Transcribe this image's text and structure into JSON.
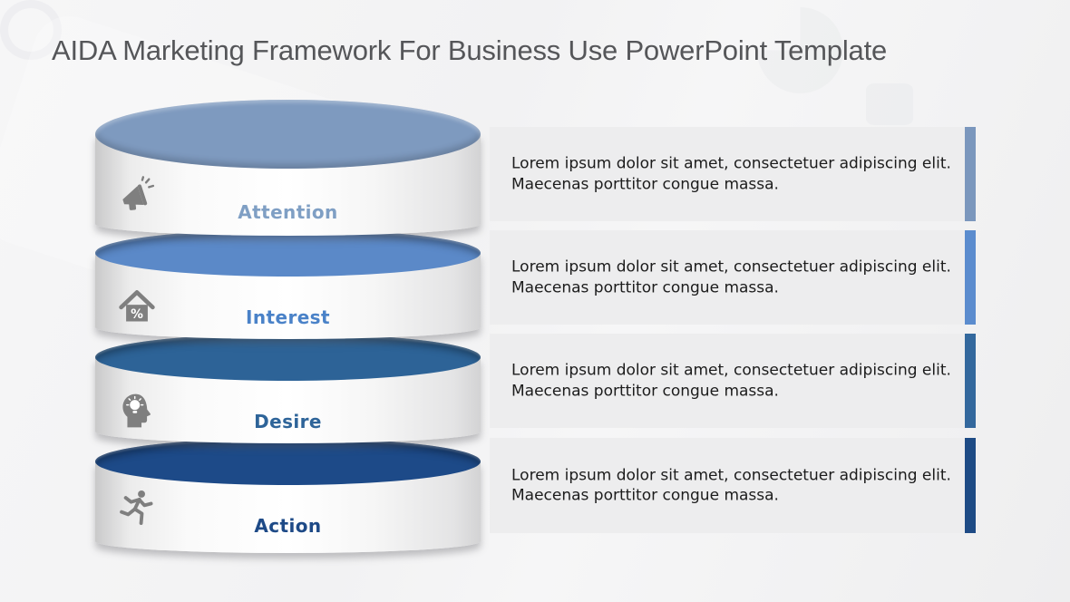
{
  "slide": {
    "title": "AIDA Marketing Framework For Business Use PowerPoint Template"
  },
  "stages": [
    {
      "label": "Attention",
      "icon": "megaphone-icon",
      "description": "Lorem ipsum dolor sit amet, consectetuer adipiscing elit. Maecenas porttitor congue massa.",
      "disk_color": "#7e9abf",
      "label_color": "#7f9fc4",
      "bar_color": "#7b97bd"
    },
    {
      "label": "Interest",
      "icon": "house-percent-icon",
      "description": "Lorem ipsum dolor sit amet, consectetuer adipiscing elit. Maecenas porttitor congue massa.",
      "disk_color": "#5b89c8",
      "label_color": "#4a82c8",
      "bar_color": "#5b8cce"
    },
    {
      "label": "Desire",
      "icon": "head-lightbulb-icon",
      "description": "Lorem ipsum dolor sit amet, consectetuer adipiscing elit. Maecenas porttitor congue massa.",
      "disk_color": "#2d6397",
      "label_color": "#2e6499",
      "bar_color": "#33689d"
    },
    {
      "label": "Action",
      "icon": "running-person-icon",
      "description": "Lorem ipsum dolor sit amet, consectetuer adipiscing elit. Maecenas porttitor congue massa.",
      "disk_color": "#1d4a88",
      "label_color": "#1e4a87",
      "bar_color": "#1e4b85"
    }
  ],
  "icons": {
    "percent_symbol": "%"
  },
  "colors": {
    "background": "#f3f3f4",
    "panel_bg": "#ededee",
    "body_text": "#1c1c1c",
    "title_text": "#555659",
    "icon_gray": "#7f7f7f"
  }
}
